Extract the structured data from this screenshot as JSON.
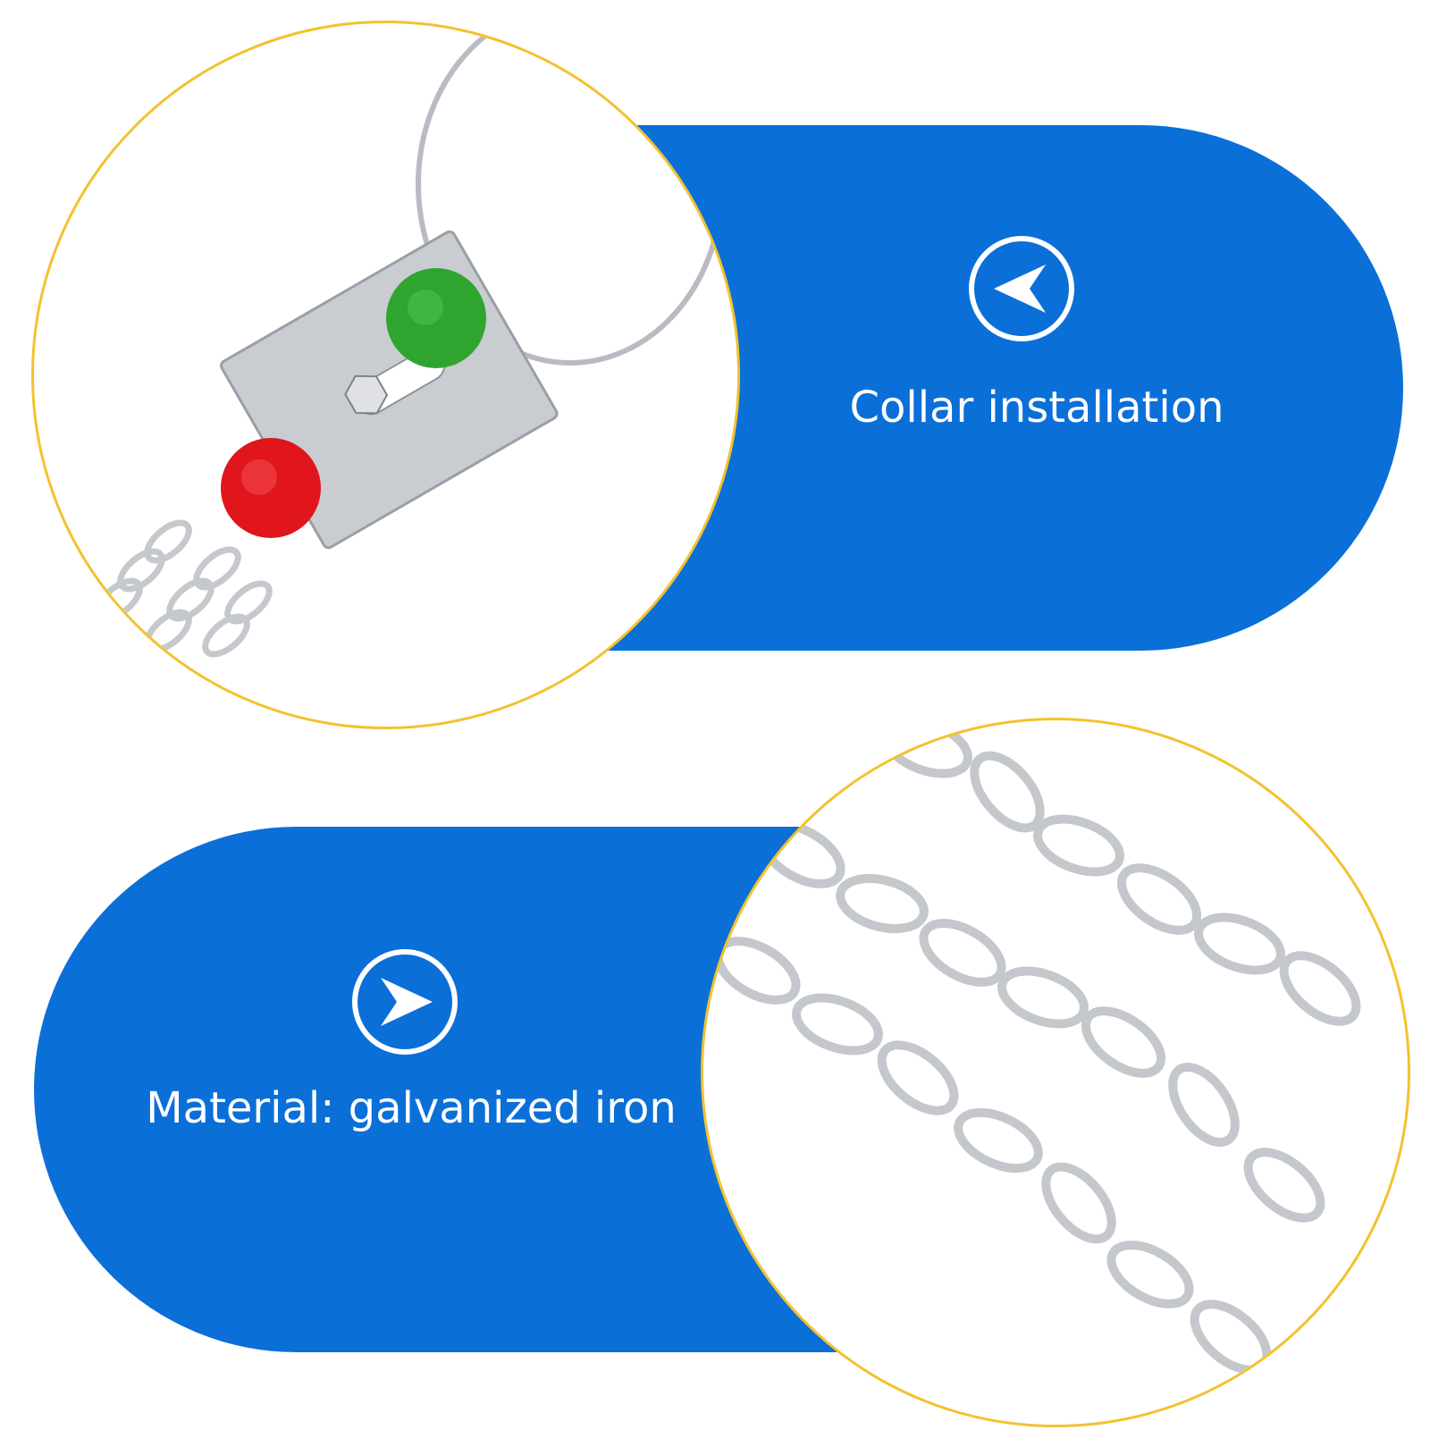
{
  "features": [
    {
      "caption": "Collar installation",
      "icon": "arrow-left-icon",
      "image": "collar-clip-photo"
    },
    {
      "caption": "Material: galvanized iron",
      "icon": "arrow-right-icon",
      "image": "chain-photo"
    }
  ],
  "colors": {
    "panel": "#0b6fd8",
    "circle_border": "#f2c230",
    "text": "#ffffff",
    "green_dot": "#2fa52f",
    "red_dot": "#e0161c",
    "metal": "#c8cbd0"
  }
}
